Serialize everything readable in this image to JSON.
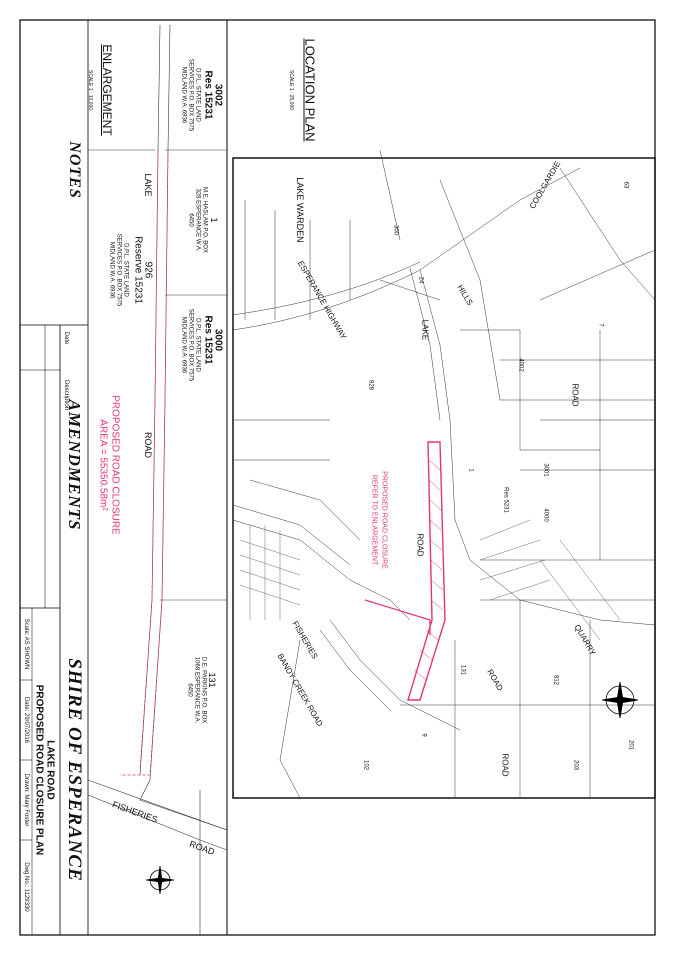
{
  "title_block": {
    "shire": "SHIRE OF ESPERANCE",
    "plan_title_1": "LAKE ROAD",
    "plan_title_2": "PROPOSED ROAD CLOSURE PLAN",
    "scale_label": "Scale:",
    "scale_value": "AS SHOWN",
    "date_label": "Date:",
    "date_value": "29/07/2016",
    "drawn_label": "Drawn:",
    "drawn_value": "Mary Foster",
    "dwg_label": "Dwg No.:",
    "dwg_value": "1129330"
  },
  "amendments": {
    "heading": "AMENDMENTS",
    "date_col": "Date",
    "desc_col": "Description"
  },
  "notes": {
    "heading": "NOTES"
  },
  "location_plan": {
    "heading": "LOCATION PLAN",
    "scale": "SCALE 1 : 25,000",
    "labels": {
      "lake_warden": "LAKE WARDEN",
      "esperance_highway": "ESPERANCE HIGHWAY",
      "coolgardie": "COOLGARDIE",
      "hills": "HILLS",
      "road_1": "ROAD",
      "lake": "LAKE",
      "road_2": "ROAD",
      "quarry": "QUARRY",
      "road_3": "ROAD",
      "road_4": "ROAD",
      "fisheries": "FISHERIES",
      "bandy_creek_road": "BANDY CREEK ROAD",
      "proposed": "PROPOSED ROAD CLOSURE",
      "proposed_sub": "REFER TO ENLARGEMENT",
      "res_5231": "Res 5231",
      "lot_4002": "4002",
      "lot_1": "1",
      "lot_3001": "3001",
      "lot_4000": "4000",
      "lot_131": "131",
      "lot_9": "9",
      "lot_203": "203",
      "lot_201": "201",
      "lot_812": "812",
      "lot_928": "928",
      "lot_300": "300",
      "lot_24": "24",
      "lot_7": "7",
      "lot_63": "63",
      "lot_102": "102"
    }
  },
  "enlargement": {
    "heading": "ENLARGEMENT",
    "scale": "SCALE 1 : 10,000",
    "lot_3002": "3002",
    "res_3002": "Res 15231",
    "owner_3002": "D.P.L. STATE LAND SERVICES P.O. BOX 7575 MIDLAND W.A. 6936",
    "lot_1": "1",
    "owner_1": "M.E. HASLAM P.O. BOX 328 ESPERANCE W.A. 6450",
    "lot_926": "926",
    "res_926": "Reserve 15231",
    "owner_926": "D.P.L. STATE LAND SERVICES P.O. BOX 7575 MIDLAND W.A. 6936",
    "lot_3000": "3000",
    "res_3000": "Res 15231",
    "owner_3000": "D.P.L. STATE LAND SERVICES P.O. BOX 7575 MIDLAND W.A. 6936",
    "lot_131": "131",
    "owner_131": "D.E. PARKINS P.O. BOX 1068 ESPERANCE W.A. 6450",
    "lake": "LAKE",
    "road": "ROAD",
    "fisheries": "FISHERIES",
    "road_2": "ROAD",
    "proposed": "PROPOSED ROAD CLOSURE",
    "area": "AREA = 55350.58m²"
  }
}
